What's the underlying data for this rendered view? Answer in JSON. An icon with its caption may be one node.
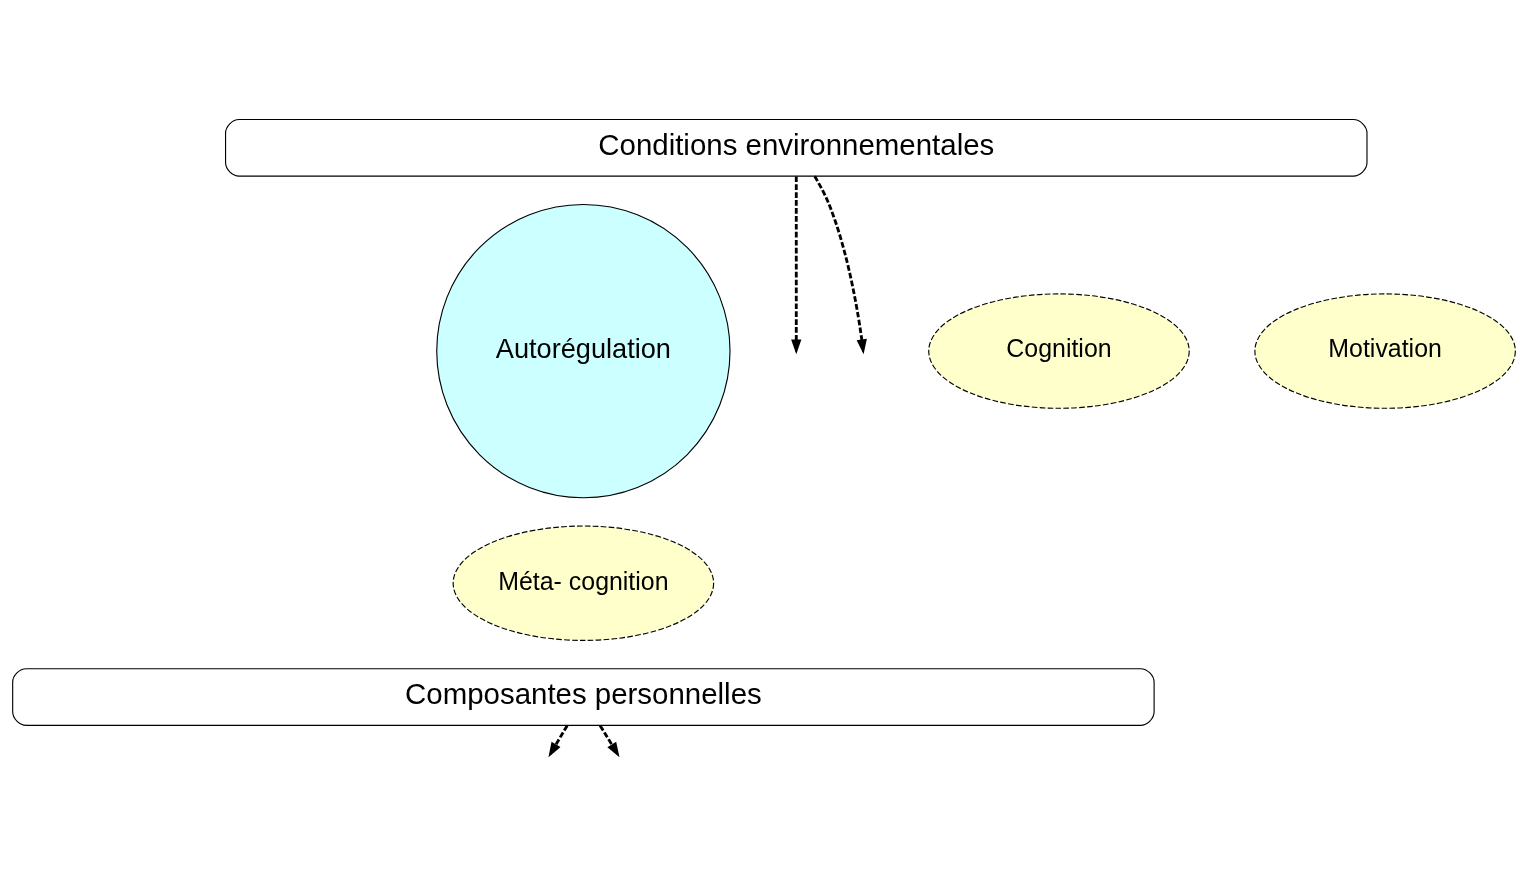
{
  "diagram": {
    "nodes": [
      {
        "text": [
          "Conditions environnementales"
        ]
      },
      {
        "text": [
          "Motivation"
        ]
      },
      {
        "text": [
          "Autorégulation"
        ]
      },
      {
        "text": [
          "Cognition"
        ]
      },
      {
        "text": [
          "Méta- cognition"
        ]
      },
      {
        "text": [
          "Composantes personnelles"
        ]
      }
    ],
    "edges": [
      {
        "from": 0,
        "to": null,
        "arrow": "to",
        "style": "dashed"
      },
      {
        "from": 0,
        "to": null,
        "arrow": "to",
        "style": "dashed"
      },
      {
        "from": 5,
        "to": null,
        "arrow": "to",
        "style": "dashed"
      },
      {
        "from": 5,
        "to": null,
        "arrow": "to",
        "style": "dashed"
      }
    ]
  }
}
